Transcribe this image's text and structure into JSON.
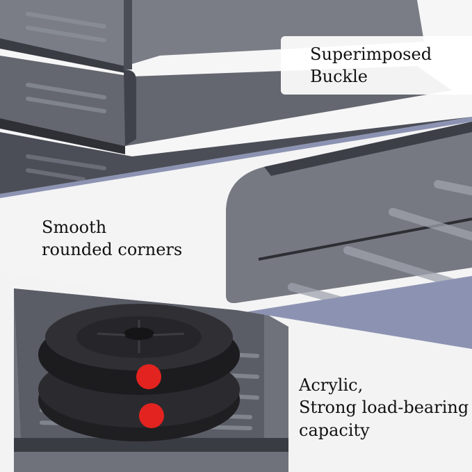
{
  "captions": {
    "top": [
      "Superimposed",
      "Buckle"
    ],
    "middle": [
      "Smooth",
      "rounded corners"
    ],
    "bottom": [
      "Acrylic,",
      "Strong load-bearing",
      "capacity"
    ]
  },
  "colors": {
    "divider": "#8c93b2",
    "tray_smoke": "#5d6068",
    "tray_dark": "#2f3138",
    "weight_black": "#1d1d1f",
    "button_red": "#e3231f",
    "background_white": "#f4f4f5"
  }
}
